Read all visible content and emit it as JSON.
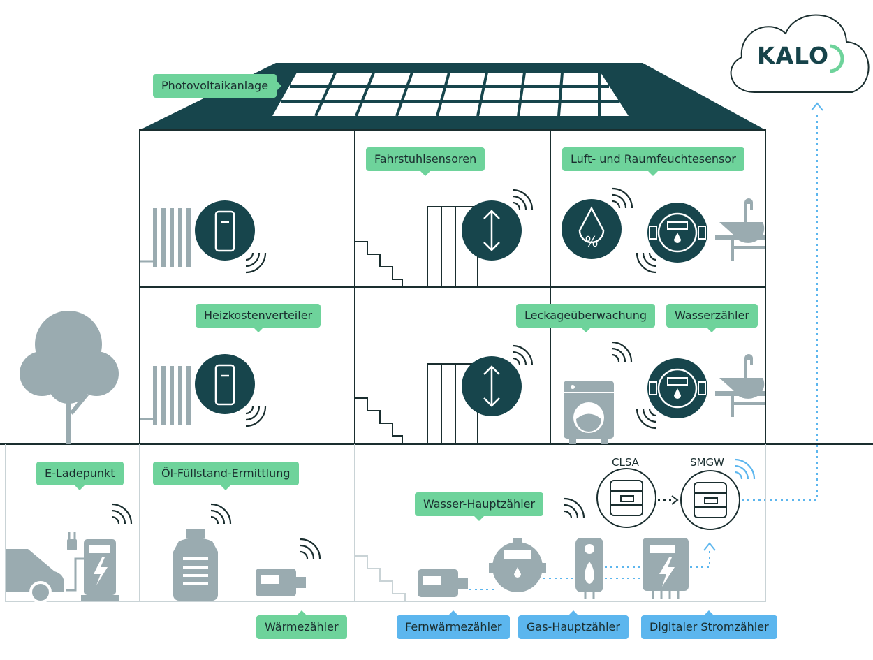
{
  "brand": {
    "name": "KALO"
  },
  "labels": {
    "photovoltaik": "Photovoltaikanlage",
    "fahrstuhl": "Fahrstuhlsensoren",
    "feuchte": "Luft- und Raumfeuchtesensor",
    "heizkosten": "Heizkostenverteiler",
    "leckage": "Leckageüberwachung",
    "wasserzaehler": "Wasserzähler",
    "e_lade": "E-Ladepunkt",
    "oel": "Öl-Füllstand-Ermittlung",
    "wasser_haupt": "Wasser-Hauptzähler",
    "waerme": "Wärmezähler",
    "fernwaerme": "Fernwärmezähler",
    "gas": "Gas-Hauptzähler",
    "strom": "Digitaler Stromzähler"
  },
  "devices": {
    "clsa": "CLSA",
    "smgw": "SMGW"
  },
  "colors": {
    "dark": "#17454c",
    "gray": "#9aabb0",
    "green": "#6ed39b",
    "blue": "#5cb6ee",
    "line": "#1a2e2f"
  }
}
